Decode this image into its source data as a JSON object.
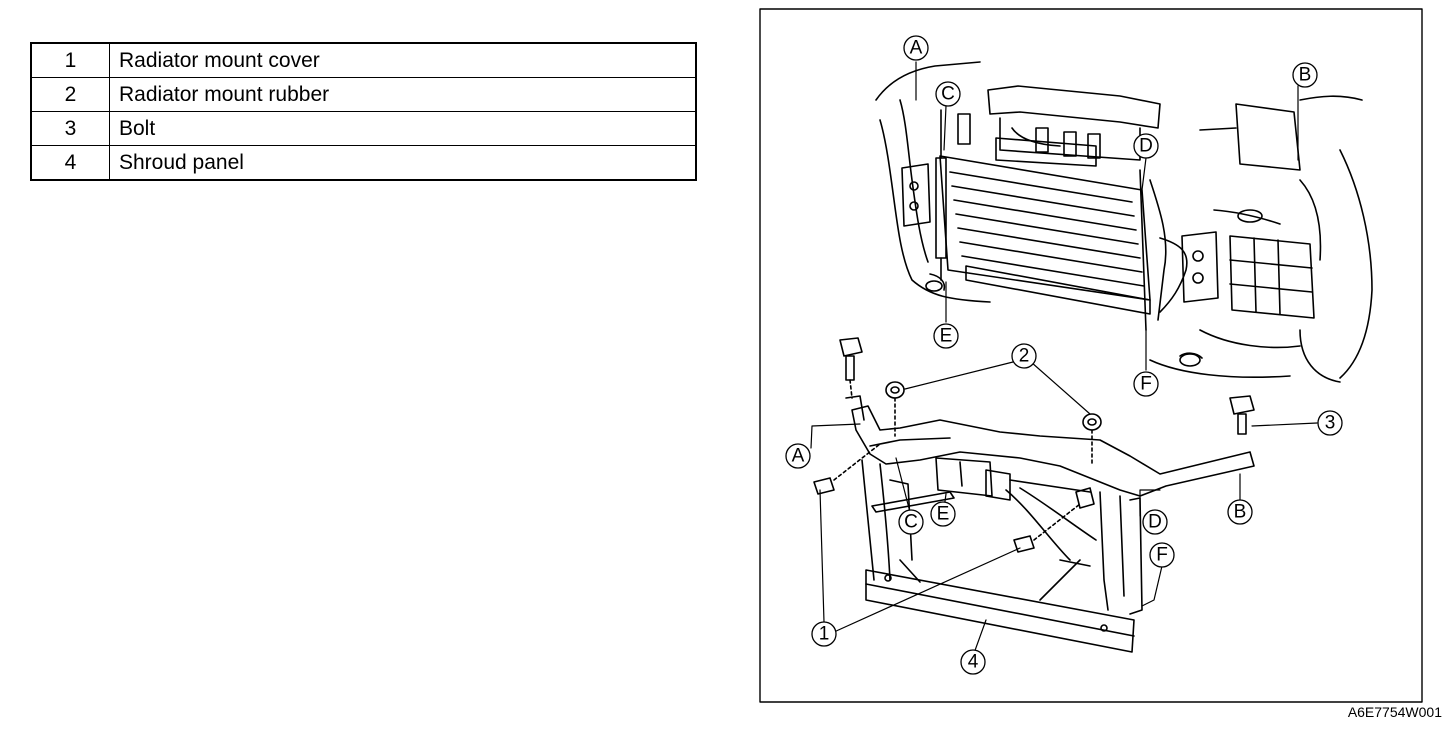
{
  "parts_table": {
    "rows": [
      {
        "number": "1",
        "description": "Radiator mount cover"
      },
      {
        "number": "2",
        "description": "Radiator mount rubber"
      },
      {
        "number": "3",
        "description": "Bolt"
      },
      {
        "number": "4",
        "description": "Shroud panel"
      }
    ]
  },
  "diagram": {
    "location_labels": [
      "A",
      "B",
      "C",
      "D",
      "E",
      "F"
    ],
    "callouts": [
      "1",
      "2",
      "3",
      "4"
    ]
  },
  "figure_code": "A6E7754W001"
}
